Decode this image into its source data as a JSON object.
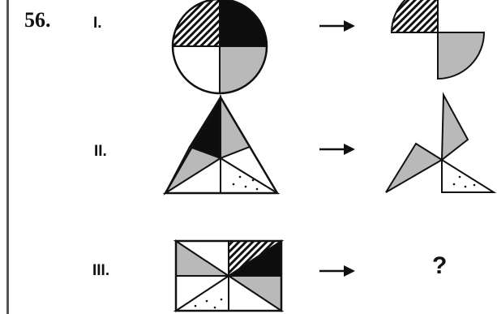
{
  "question": {
    "number": "56.",
    "rows": [
      {
        "label": "I.",
        "left_figure": "circle-quadrants",
        "right_figure": "two-quadrants-result"
      },
      {
        "label": "II.",
        "left_figure": "triangle-six-sectors",
        "right_figure": "three-sectors-result"
      },
      {
        "label": "III.",
        "left_figure": "rectangle-eight-sectors",
        "right_figure": "unknown"
      }
    ],
    "arrow_icon": "right-arrow-icon",
    "answer_placeholder": "?"
  },
  "colors": {
    "outline": "#111111",
    "gray": "#b9b9b9",
    "black": "#0d0d0d",
    "white": "#ffffff"
  }
}
